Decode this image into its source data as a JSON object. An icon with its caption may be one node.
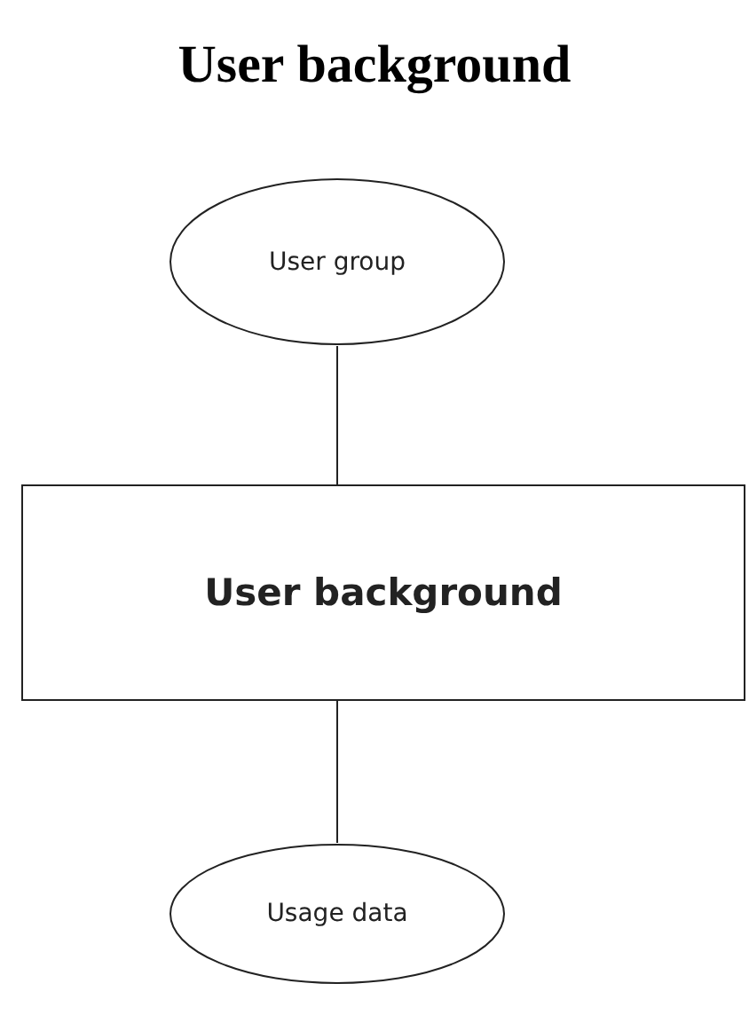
{
  "diagram": {
    "title": "User background",
    "nodes": [
      {
        "text": [
          "User group"
        ]
      },
      {
        "text": [
          "User background"
        ]
      },
      {
        "text": [
          "Usage data"
        ]
      }
    ],
    "edges": [
      {
        "from": 0,
        "to": 1,
        "arrow": "none"
      },
      {
        "from": 1,
        "to": 2,
        "arrow": "none"
      }
    ]
  }
}
